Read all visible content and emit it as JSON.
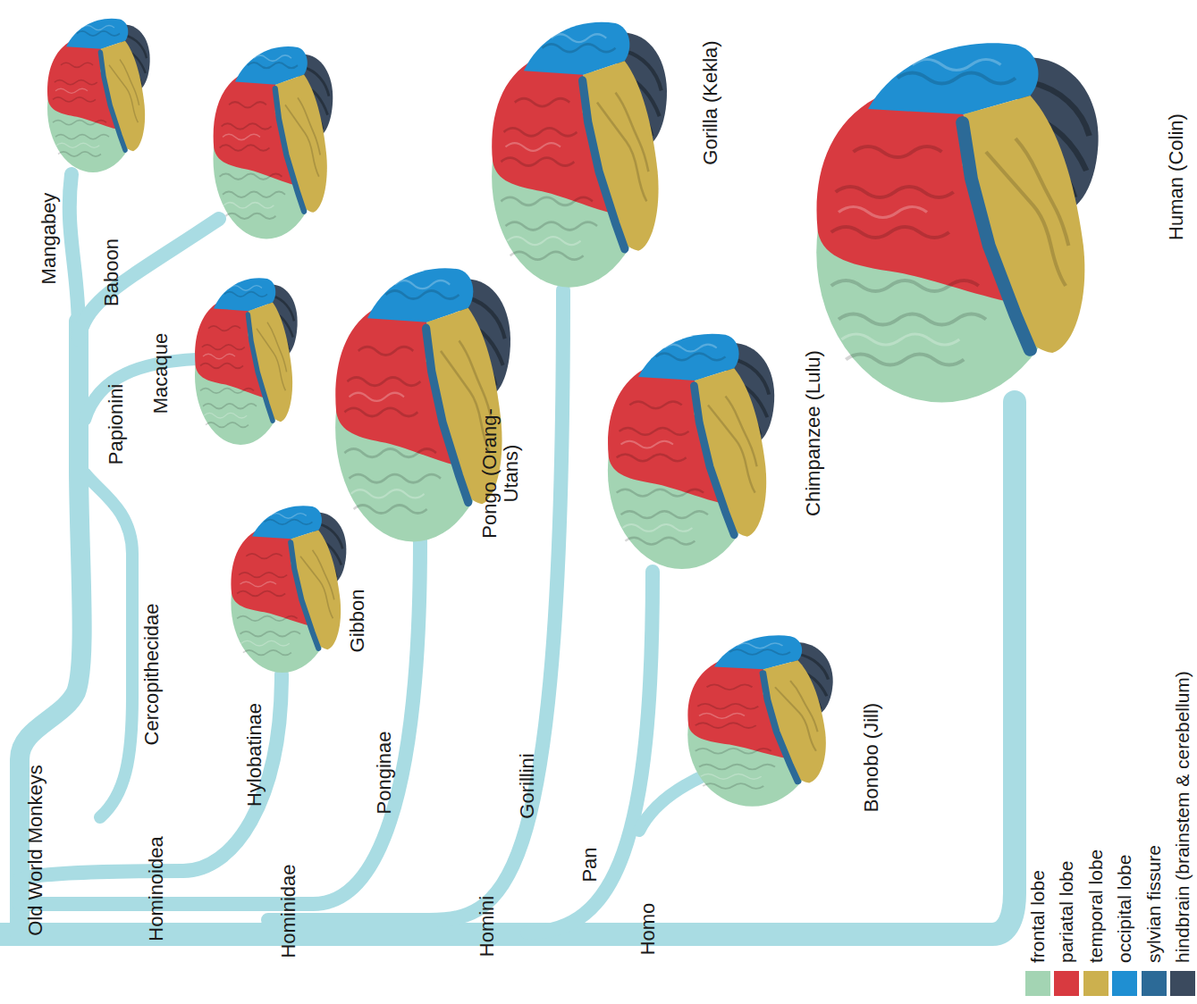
{
  "diagram": {
    "labels": [
      "Old World Monkeys",
      "Hominoidea",
      "Hominidae",
      "Homini",
      "Homo",
      "Cercopithecidae",
      "Papionini",
      "Mangabey",
      "Baboon",
      "Macaque",
      "Hylobatinae",
      "Gibbon",
      "Ponginae",
      "Pongo (Orang-Utans)",
      "Gorillini",
      "Gorilla (Kekla)",
      "Pan",
      "Chimpanzee (Lulu)",
      "Bonobo (Jill)",
      "Human (Colin)"
    ],
    "legend": [
      {
        "text": "frontal lobe",
        "color": "#a3d4b3"
      },
      {
        "text": "pariatal lobe",
        "color": "#d83a40"
      },
      {
        "text": "temporal lobe",
        "color": "#ccb04e"
      },
      {
        "text": "occipital lobe",
        "color": "#1f8fd2"
      },
      {
        "text": "sylvian fissure",
        "color": "#2c6a97"
      },
      {
        "text": "hindbrain (brainstem & cerebellum)",
        "color": "#3b4a5e"
      }
    ]
  }
}
